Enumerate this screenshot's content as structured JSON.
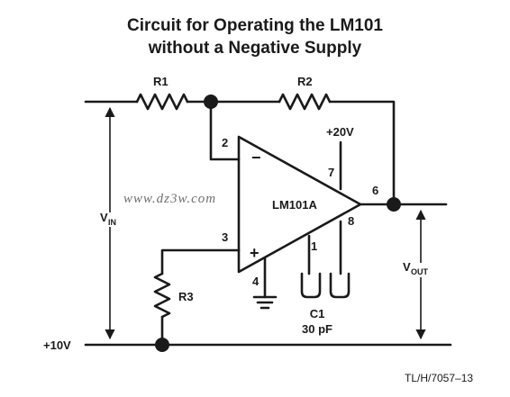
{
  "title": {
    "line1": "Circuit for Operating the LM101",
    "line2": "without a Negative Supply"
  },
  "components": {
    "r1": "R1",
    "r2": "R2",
    "r3": "R3",
    "c1": "C1",
    "c1_value": "30 pF",
    "opamp": "LM101A"
  },
  "pins": {
    "p1": "1",
    "p2": "2",
    "p3": "3",
    "p4": "4",
    "p6": "6",
    "p7": "7",
    "p8": "8",
    "minus": "−",
    "plus": "+"
  },
  "supplies": {
    "v20": "+20V",
    "v10": "+10V"
  },
  "signals": {
    "vin_main": "V",
    "vin_sub": "IN",
    "vout_main": "V",
    "vout_sub": "OUT"
  },
  "watermark": "www.dz3w.com",
  "figure_code": "TL/H/7057–13"
}
